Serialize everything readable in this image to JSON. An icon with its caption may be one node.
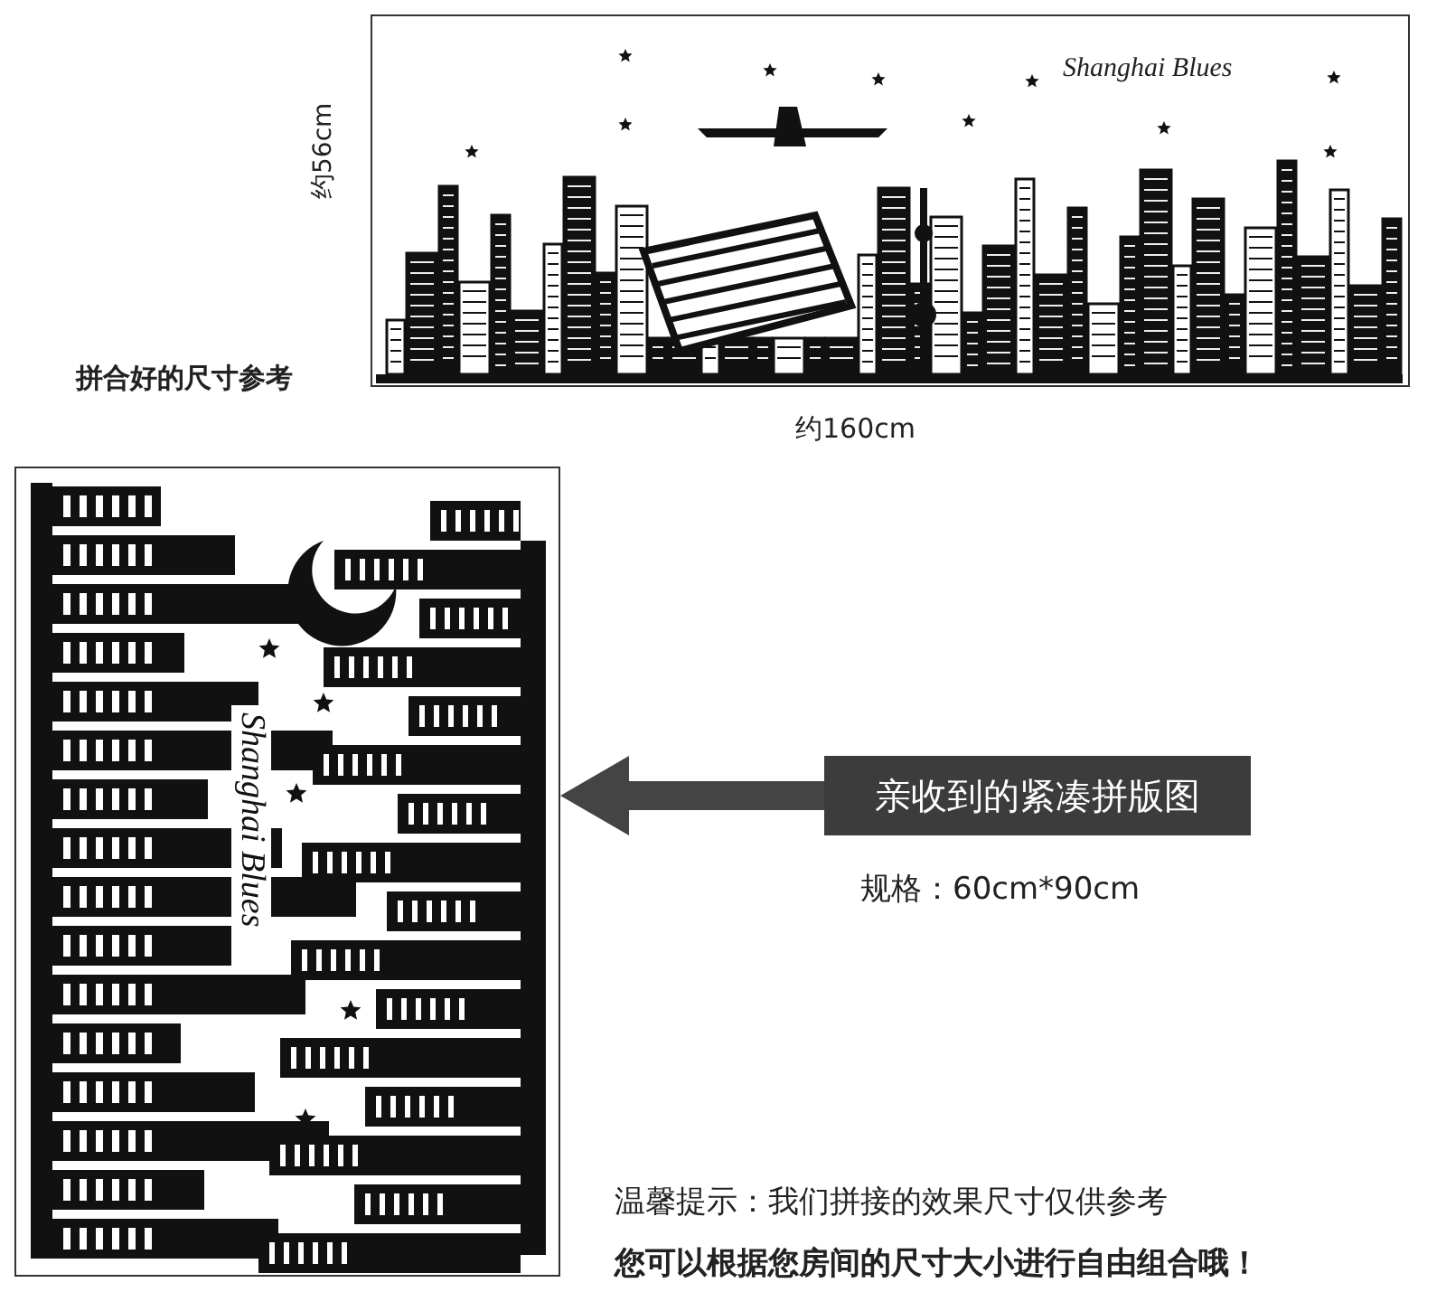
{
  "diagram": {
    "nodes": [
      {
        "text": [],
        "shape": "picture"
      },
      {
        "text": [],
        "shape": "picture"
      },
      {
        "text": [
          "亲收到的紧凑拼版图"
        ],
        "beside": [
          "规格：60cm*90cm"
        ]
      }
    ],
    "edges": [
      {
        "from": 2,
        "to": 1,
        "arrow": "to",
        "style": "thick",
        "color": "#444444"
      }
    ],
    "labels": [
      "约56cm",
      "Shanghai Blues",
      "拼合好的尺寸参考",
      "约160cm",
      "Shanghai Blues",
      "温馨提示：我们拼接的效果尺寸仅供参考",
      "您可以根据您房间的尺寸大小进行自由组合哦！"
    ]
  }
}
